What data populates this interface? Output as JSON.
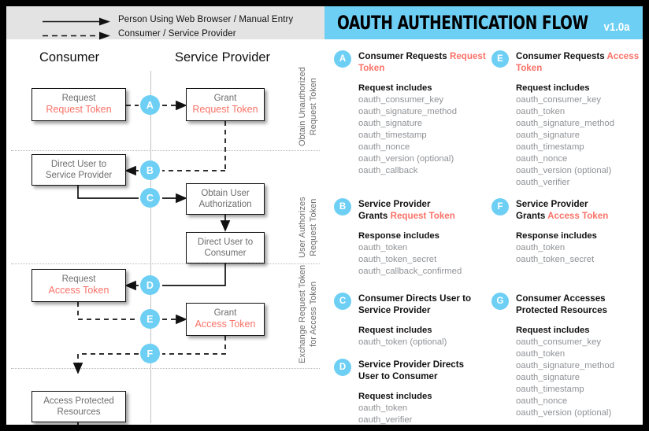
{
  "legend": {
    "rows": [
      {
        "label": "Person Using Web Browser / Manual Entry",
        "style": "solid-arrow"
      },
      {
        "label": "Consumer / Service Provider",
        "style": "dashed-arrow"
      }
    ]
  },
  "header": {
    "title": "OAUTH AUTHENTICATION FLOW",
    "version": "v1.0a"
  },
  "diagram": {
    "columns": [
      {
        "label": "Consumer"
      },
      {
        "label": "Service Provider"
      }
    ],
    "phases": [
      {
        "label": "Obtain Unauthorized\nRequest Token"
      },
      {
        "label": "User Authorizes\nRequest Token"
      },
      {
        "label": "Exchange Request Token\nfor Access Token"
      }
    ],
    "boxes": [
      {
        "line1": "Request",
        "line2": "Request Token"
      },
      {
        "line1": "Grant",
        "line2": "Request Token"
      },
      {
        "line1": "Direct User to",
        "line2": "Service Provider",
        "plain": true
      },
      {
        "line1": "Obtain User",
        "line2": "Authorization",
        "plain": true
      },
      {
        "line1": "Direct User to",
        "line2": "Consumer",
        "plain": true
      },
      {
        "line1": "Request",
        "line2": "Access Token"
      },
      {
        "line1": "Grant",
        "line2": "Access Token"
      },
      {
        "line1": "Access Protected",
        "line2": "Resources",
        "plain": true
      }
    ],
    "badges": [
      "A",
      "B",
      "C",
      "D",
      "E",
      "F",
      "G"
    ]
  },
  "sections": [
    {
      "badge": "A",
      "title_plain": "Consumer Requests",
      "title_token": "Request Token",
      "body_heading": "Request includes",
      "items": [
        "oauth_consumer_key",
        "oauth_signature_method",
        "oauth_signature",
        "oauth_timestamp",
        "oauth_nonce",
        "oauth_version (optional)",
        "oauth_callback"
      ]
    },
    {
      "badge": "E",
      "title_plain": "Consumer Requests",
      "title_token": "Access Token",
      "body_heading": "Request includes",
      "items": [
        "oauth_consumer_key",
        "oauth_token",
        "oauth_signature_method",
        "oauth_signature",
        "oauth_timestamp",
        "oauth_nonce",
        "oauth_version (optional)",
        "oauth_verifier"
      ]
    },
    {
      "badge": "B",
      "title_plain": "Service Provider\nGrants ",
      "title_token": "Request Token",
      "body_heading": "Response includes",
      "items": [
        "oauth_token",
        "oauth_token_secret",
        "oauth_callback_confirmed"
      ]
    },
    {
      "badge": "F",
      "title_plain": "Service Provider\nGrants ",
      "title_token": "Access Token",
      "body_heading": "Response includes",
      "items": [
        "oauth_token",
        "oauth_token_secret"
      ]
    },
    {
      "badge": "C",
      "title_plain": "Consumer Directs User to\nService Provider",
      "title_token": "",
      "body_heading": "Request includes",
      "items": [
        "oauth_token (optional)"
      ]
    },
    {
      "badge": "G",
      "title_plain": "Consumer Accesses\nProtected Resources",
      "title_token": "",
      "body_heading": "Request includes",
      "items": [
        "oauth_consumer_key",
        "oauth_token",
        "oauth_signature_method",
        "oauth_signature",
        "oauth_timestamp",
        "oauth_nonce",
        "oauth_version (optional)"
      ]
    },
    {
      "badge": "D",
      "title_plain": "Service Provider Directs\nUser to Consumer",
      "title_token": "",
      "body_heading": "Request includes",
      "items": [
        "oauth_token",
        "oauth_verifier"
      ]
    }
  ],
  "colors": {
    "accent": "#6ecff5",
    "token": "#fa7268",
    "frame": "#000000",
    "legend_bg": "#e3e3e3",
    "muted": "#8f9296"
  }
}
